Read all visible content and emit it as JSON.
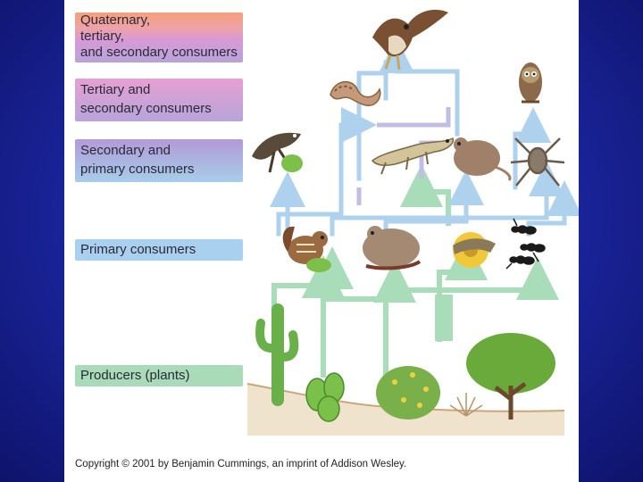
{
  "legend": {
    "quaternary": [
      "Quaternary,",
      "tertiary,",
      "and secondary consumers"
    ],
    "tertiary": [
      "Tertiary and",
      "secondary consumers"
    ],
    "secondary": [
      "Secondary and",
      "primary consumers"
    ],
    "primary": [
      "Primary consumers"
    ],
    "producers": [
      "Producers (plants)"
    ]
  },
  "copyright": "Copyright © 2001 by Benjamin Cummings, an imprint of Addison Wesley.",
  "colors": {
    "background": "#1a249a",
    "quaternary_band": [
      "#f4a07a",
      "#d79ad6",
      "#b7a3d8"
    ],
    "tertiary_band": [
      "#e6a0d2",
      "#b6a5d8"
    ],
    "secondary_band": [
      "#b39ad8",
      "#a8cdea"
    ],
    "primary_band": "#a9d0ee",
    "producer_band": "#a9dbb8",
    "green_arrows": "#a9dcb9",
    "blue_arrows": "#aed2ee",
    "purple_arrows": "#c2bde4"
  }
}
